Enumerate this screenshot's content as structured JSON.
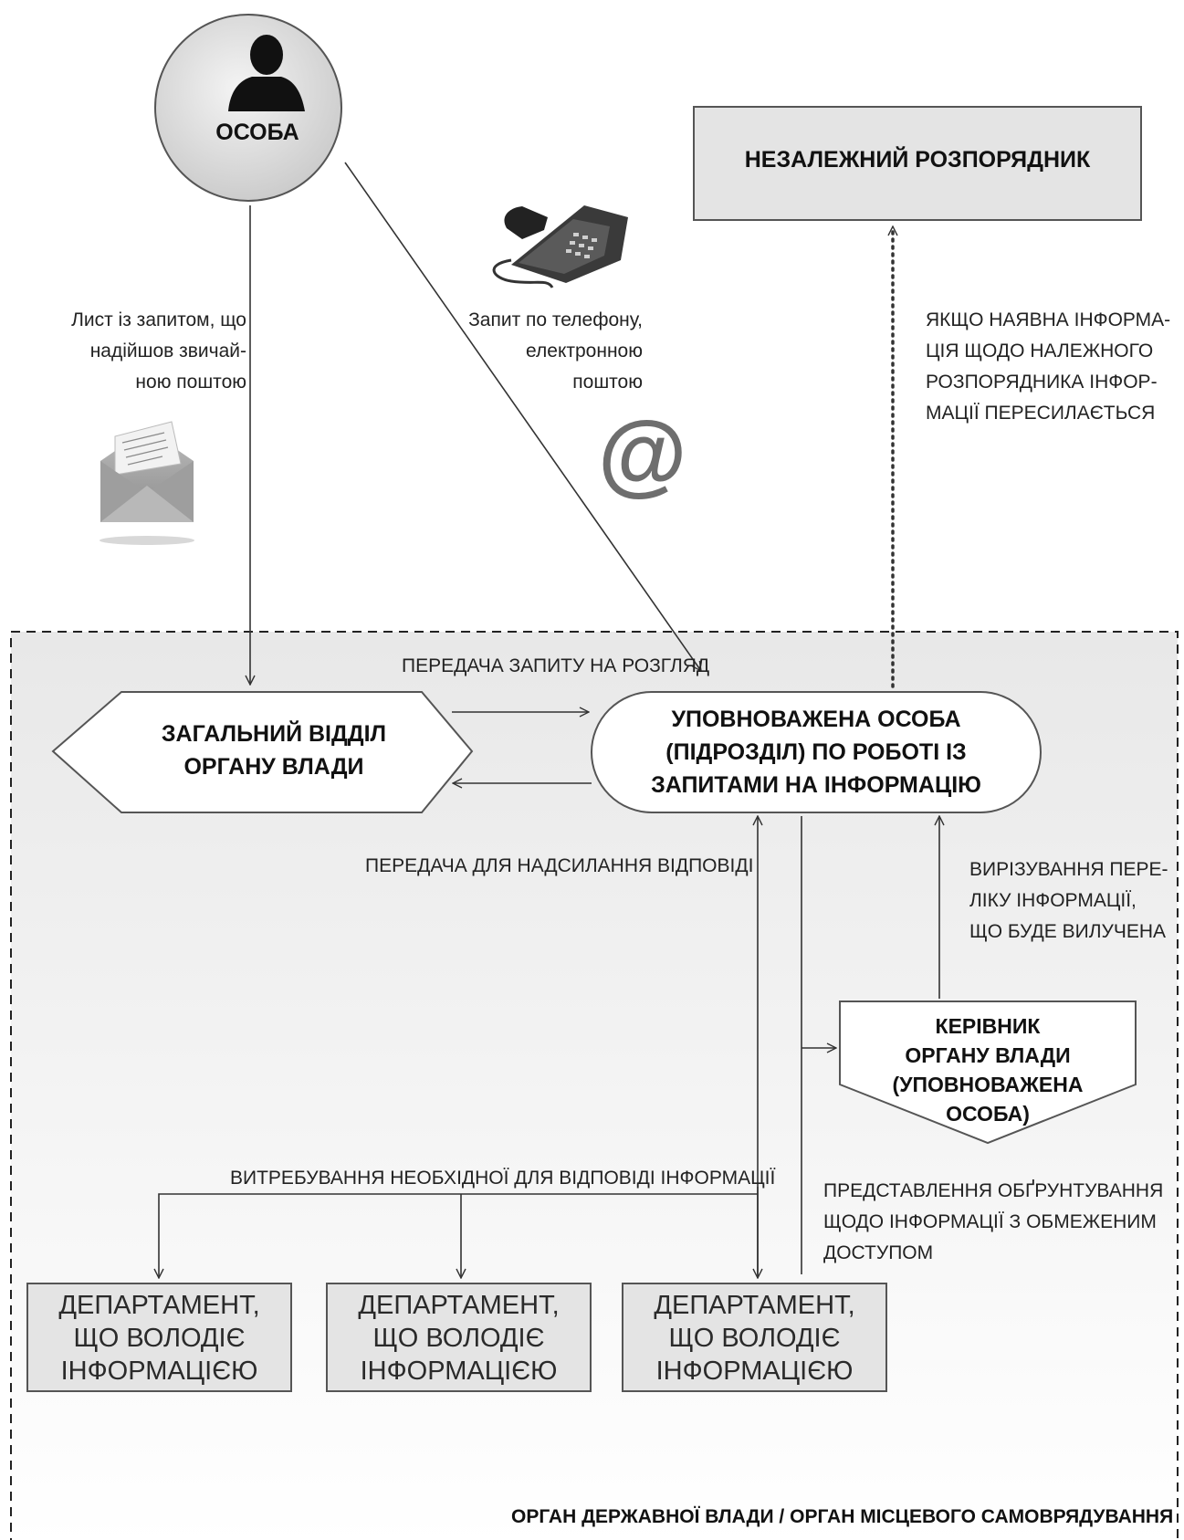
{
  "nodes": {
    "person": "ОСОБА",
    "independent_manager": "НЕЗАЛЕЖНИЙ РОЗПОРЯДНИК",
    "general_department": "ЗАГАЛЬНИЙ ВІДДІЛ\nОРГАНУ ВЛАДИ",
    "authorized_person": "УПОВНОВАЖЕНА ОСОБА\n(ПІДРОЗДІЛ) ПО РОБОТІ ІЗ\nЗАПИТАМИ НА ІНФОРМАЦІЮ",
    "head": "КЕРІВНИК\nОРГАНУ ВЛАДИ\n(УПОВНОВАЖЕНА\nОСОБА)",
    "departments": [
      "ДЕПАРТАМЕНТ,\nЩО ВОЛОДІЄ\nІНФОРМАЦІЄЮ",
      "ДЕПАРТАМЕНТ,\nЩО ВОЛОДІЄ\nІНФОРМАЦІЄЮ",
      "ДЕПАРТАМЕНТ,\nЩО ВОЛОДІЄ\nІНФОРМАЦІЄЮ"
    ]
  },
  "labels": {
    "letter": "Лист із запитом, що\nнадійшов звичай-\nною поштою",
    "phone": "Запит по телефону,\nелектронною\nпоштою",
    "at_sign": "@",
    "if_known": "ЯКЩО НАЯВНА ІНФОРМА-\nЦІЯ ЩОДО НАЛЕЖНОГО\nРОЗПОРЯДНИКА ІНФОР-\nМАЦІЇ ПЕРЕСИЛАЄТЬСЯ",
    "transfer_review": "ПЕРЕДАЧА ЗАПИТУ НА РОЗГЛЯД",
    "transfer_reply": "ПЕРЕДАЧА ДЛЯ НАДСИЛАННЯ ВІДПОВІДІ",
    "cutting_list": "ВИРІЗУВАННЯ ПЕРЕ-\nЛІКУ ІНФОРМАЦІЇ,\nЩО БУДЕ ВИЛУЧЕНА",
    "request_info": "ВИТРЕБУВАННЯ НЕОБХІДНОЇ ДЛЯ ВІДПОВІДІ ІНФОРМАЦІЇ",
    "justification": "ПРЕДСТАВЛЕННЯ ОБҐРУНТУВАННЯ\nЩОДО ІНФОРМАЦІЇ З ОБМЕЖЕНИМ\nДОСТУПОМ",
    "organization": "ОРГАН ДЕРЖАВНОЇ ВЛАДИ / ОРГАН МІСЦЕВОГО САМОВРЯДУВАННЯ"
  },
  "icons": [
    "person-silhouette-icon",
    "telephone-icon",
    "envelope-letter-icon",
    "at-sign-icon"
  ],
  "colors": {
    "box_fill": "#e4e4e4",
    "box_stroke": "#555555",
    "line": "#333333",
    "region_fill_top": "#e9e9e9",
    "region_fill_bottom": "#ffffff"
  }
}
